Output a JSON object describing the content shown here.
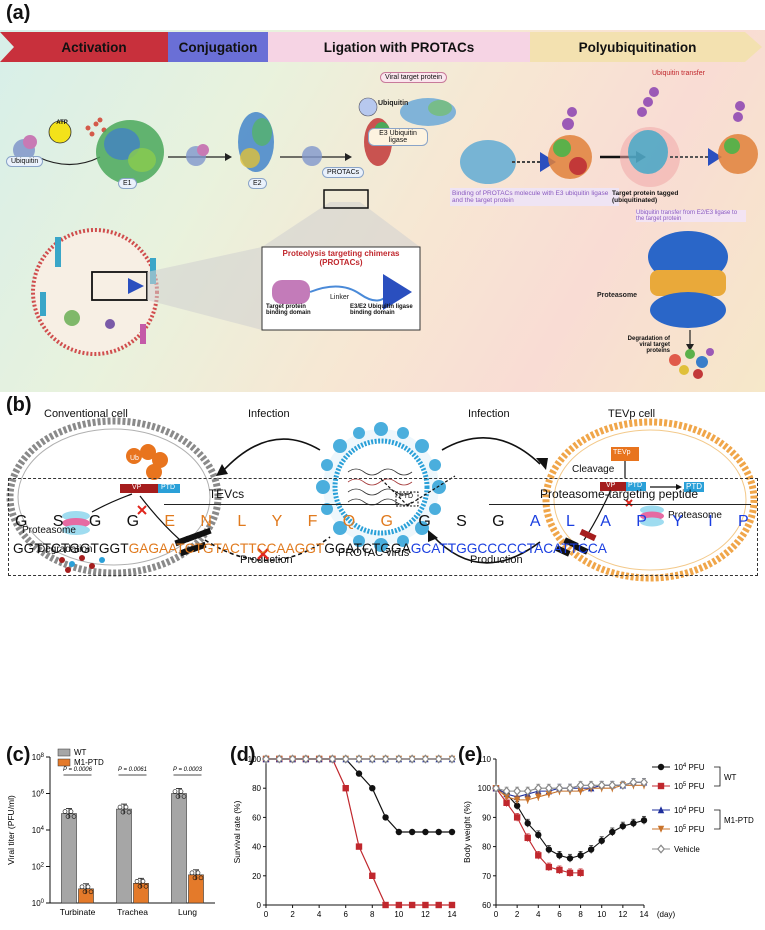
{
  "panel_a": {
    "label": "(a)",
    "stages": [
      "Activation",
      "Conjugation",
      "Ligation with PROTACs",
      "Polyubiquitination"
    ],
    "atp": "ATP",
    "ubiquitin_tag": "Ubiquitin",
    "e1": "E1",
    "e2": "E2",
    "protacs_tag": "PROTACs",
    "ubiquitin_label": "Ubiquitin",
    "e3_label": "E3 Ubiquitin ligase",
    "viral_target": "Viral target protein",
    "binding_caption": "Binding of PROTACs molecule with E3 ubiquitin ligase and the target protein",
    "ubiquitin_transfer": "Ubiquitin transfer",
    "tagged": "Target protein tagged (ubiquitinated)",
    "transfer_caption": "Ubiquitin transfer from E2/E3 ligase to the target protein",
    "proteasome": "Proteasome",
    "degradation": "Degradation of viral target proteins",
    "protac_box_title": "Proteolysis targeting chimeras (PROTACs)",
    "linker": "Linker",
    "target_domain": "Target protein binding domain",
    "e3_domain": "E3/E2 Ubiquitin ligase binding domain"
  },
  "panel_b": {
    "label": "(b)",
    "conventional_cell": "Conventional cell",
    "tevp_cell": "TEVp cell",
    "infection_left": "Infection",
    "infection_right": "Infection",
    "production_left": "Production",
    "production_right": "Production",
    "protac_virus": "PROTAC virus",
    "ub": "Ub",
    "vp": "VP",
    "ptd": "PTD",
    "proteasome_left": "Proteasome",
    "degradation": "Degradation",
    "tevp": "TEVp",
    "cleavage": "Cleavage",
    "proteasome_right": "Proteasome",
    "tevcs": "TEVcs",
    "ptp": "Proteasome-targeting peptide",
    "aa_gray1": [
      "G",
      "S",
      "G",
      "G"
    ],
    "aa_orange": [
      "E",
      "N",
      "L",
      "Y",
      "F",
      "Q",
      "G"
    ],
    "aa_gray2": [
      "G",
      "S",
      "G"
    ],
    "aa_blue": [
      "A",
      "L",
      "A",
      "P",
      "Y",
      "I",
      "P"
    ],
    "dna_gray1": "GGTTCTGGTGGT",
    "dna_orange": "GAGAATCTGTACTTCCAAGGT",
    "dna_gray2": "GGATCTGGA",
    "dna_blue": "GCATTGGCCCCCTACATTCCA"
  },
  "panel_c": {
    "label": "(c)",
    "chart_data": {
      "type": "bar",
      "categories": [
        "Turbinate",
        "Trachea",
        "Lung"
      ],
      "series": [
        {
          "name": "WT",
          "values": [
            80000,
            140000,
            1000000
          ],
          "color": "#a6a6a6"
        },
        {
          "name": "M1-PTD",
          "values": [
            6,
            12,
            35
          ],
          "color": "#e47a2a"
        }
      ],
      "ylabel": "Viral titer (PFU/ml)",
      "yscale": "log",
      "ylim": [
        1,
        100000000
      ],
      "yticks": [
        "10^0",
        "10^2",
        "10^4",
        "10^6",
        "10^8"
      ],
      "pvalues": [
        "P = 0.0006",
        "P = 0.0061",
        "P = 0.0003"
      ],
      "legend_position": "top-left"
    }
  },
  "panel_d": {
    "label": "(d)",
    "chart_data": {
      "type": "line",
      "x": [
        0,
        1,
        2,
        3,
        4,
        5,
        6,
        7,
        8,
        9,
        10,
        11,
        12,
        13,
        14
      ],
      "series": [
        {
          "name": "WT 10^4 PFU",
          "values": [
            100,
            100,
            100,
            100,
            100,
            100,
            100,
            90,
            80,
            60,
            50,
            50,
            50,
            50,
            50
          ],
          "color": "#111111",
          "marker": "circle"
        },
        {
          "name": "WT 10^5 PFU",
          "values": [
            100,
            100,
            100,
            100,
            100,
            100,
            80,
            40,
            20,
            0,
            0,
            0,
            0,
            0,
            0
          ],
          "color": "#c0272d",
          "marker": "square"
        },
        {
          "name": "M1-PTD 10^4 PFU",
          "values": [
            100,
            100,
            100,
            100,
            100,
            100,
            100,
            100,
            100,
            100,
            100,
            100,
            100,
            100,
            100
          ],
          "color": "#1f2f9c",
          "marker": "triangle"
        },
        {
          "name": "M1-PTD 10^5 PFU",
          "values": [
            100,
            100,
            100,
            100,
            100,
            100,
            100,
            100,
            100,
            100,
            100,
            100,
            100,
            100,
            100
          ],
          "color": "#c9732b",
          "marker": "triangle-down"
        },
        {
          "name": "Vehicle",
          "values": [
            100,
            100,
            100,
            100,
            100,
            100,
            100,
            100,
            100,
            100,
            100,
            100,
            100,
            100,
            100
          ],
          "color": "#888888",
          "marker": "diamond"
        }
      ],
      "ylabel": "Survival rate (%)",
      "xticks": [
        0,
        2,
        4,
        6,
        8,
        10,
        12,
        14
      ],
      "yticks": [
        0,
        20,
        40,
        60,
        80,
        100
      ],
      "xlim": [
        0,
        14
      ],
      "ylim": [
        0,
        100
      ]
    }
  },
  "panel_e": {
    "label": "(e)",
    "chart_data": {
      "type": "line",
      "x": [
        0,
        1,
        2,
        3,
        4,
        5,
        6,
        7,
        8,
        9,
        10,
        11,
        12,
        13,
        14
      ],
      "series": [
        {
          "name": "10^4 PFU",
          "group": "WT",
          "values": [
            100,
            98,
            94,
            88,
            84,
            79,
            77,
            76,
            77,
            79,
            82,
            85,
            87,
            88,
            89
          ],
          "color": "#111111",
          "marker": "circle"
        },
        {
          "name": "10^5 PFU",
          "group": "WT",
          "values": [
            100,
            95,
            90,
            83,
            77,
            73,
            72,
            71,
            71
          ],
          "color": "#c0272d",
          "marker": "square"
        },
        {
          "name": "10^4 PFU",
          "group": "M1-PTD",
          "values": [
            100,
            98,
            97,
            98,
            99,
            99,
            100,
            100,
            100,
            100,
            101,
            101,
            101,
            102,
            102
          ],
          "color": "#1f2f9c",
          "marker": "triangle"
        },
        {
          "name": "10^5 PFU",
          "group": "M1-PTD",
          "values": [
            100,
            97,
            96,
            96,
            97,
            98,
            99,
            99,
            99,
            100,
            100,
            100,
            101,
            101,
            101
          ],
          "color": "#c9732b",
          "marker": "triangle-down"
        },
        {
          "name": "Vehicle",
          "values": [
            100,
            99,
            99,
            99,
            100,
            100,
            100,
            100,
            101,
            101,
            101,
            101,
            101,
            102,
            102
          ],
          "color": "#888888",
          "marker": "diamond"
        }
      ],
      "ylabel": "Body weight (%)",
      "xlabel": "(day)",
      "xticks": [
        0,
        2,
        4,
        6,
        8,
        10,
        12,
        14
      ],
      "yticks": [
        60,
        70,
        80,
        90,
        100,
        110
      ],
      "xlim": [
        0,
        14
      ],
      "ylim": [
        60,
        110
      ],
      "legend_groups": [
        "WT",
        "M1-PTD"
      ],
      "legend_position": "right"
    }
  }
}
